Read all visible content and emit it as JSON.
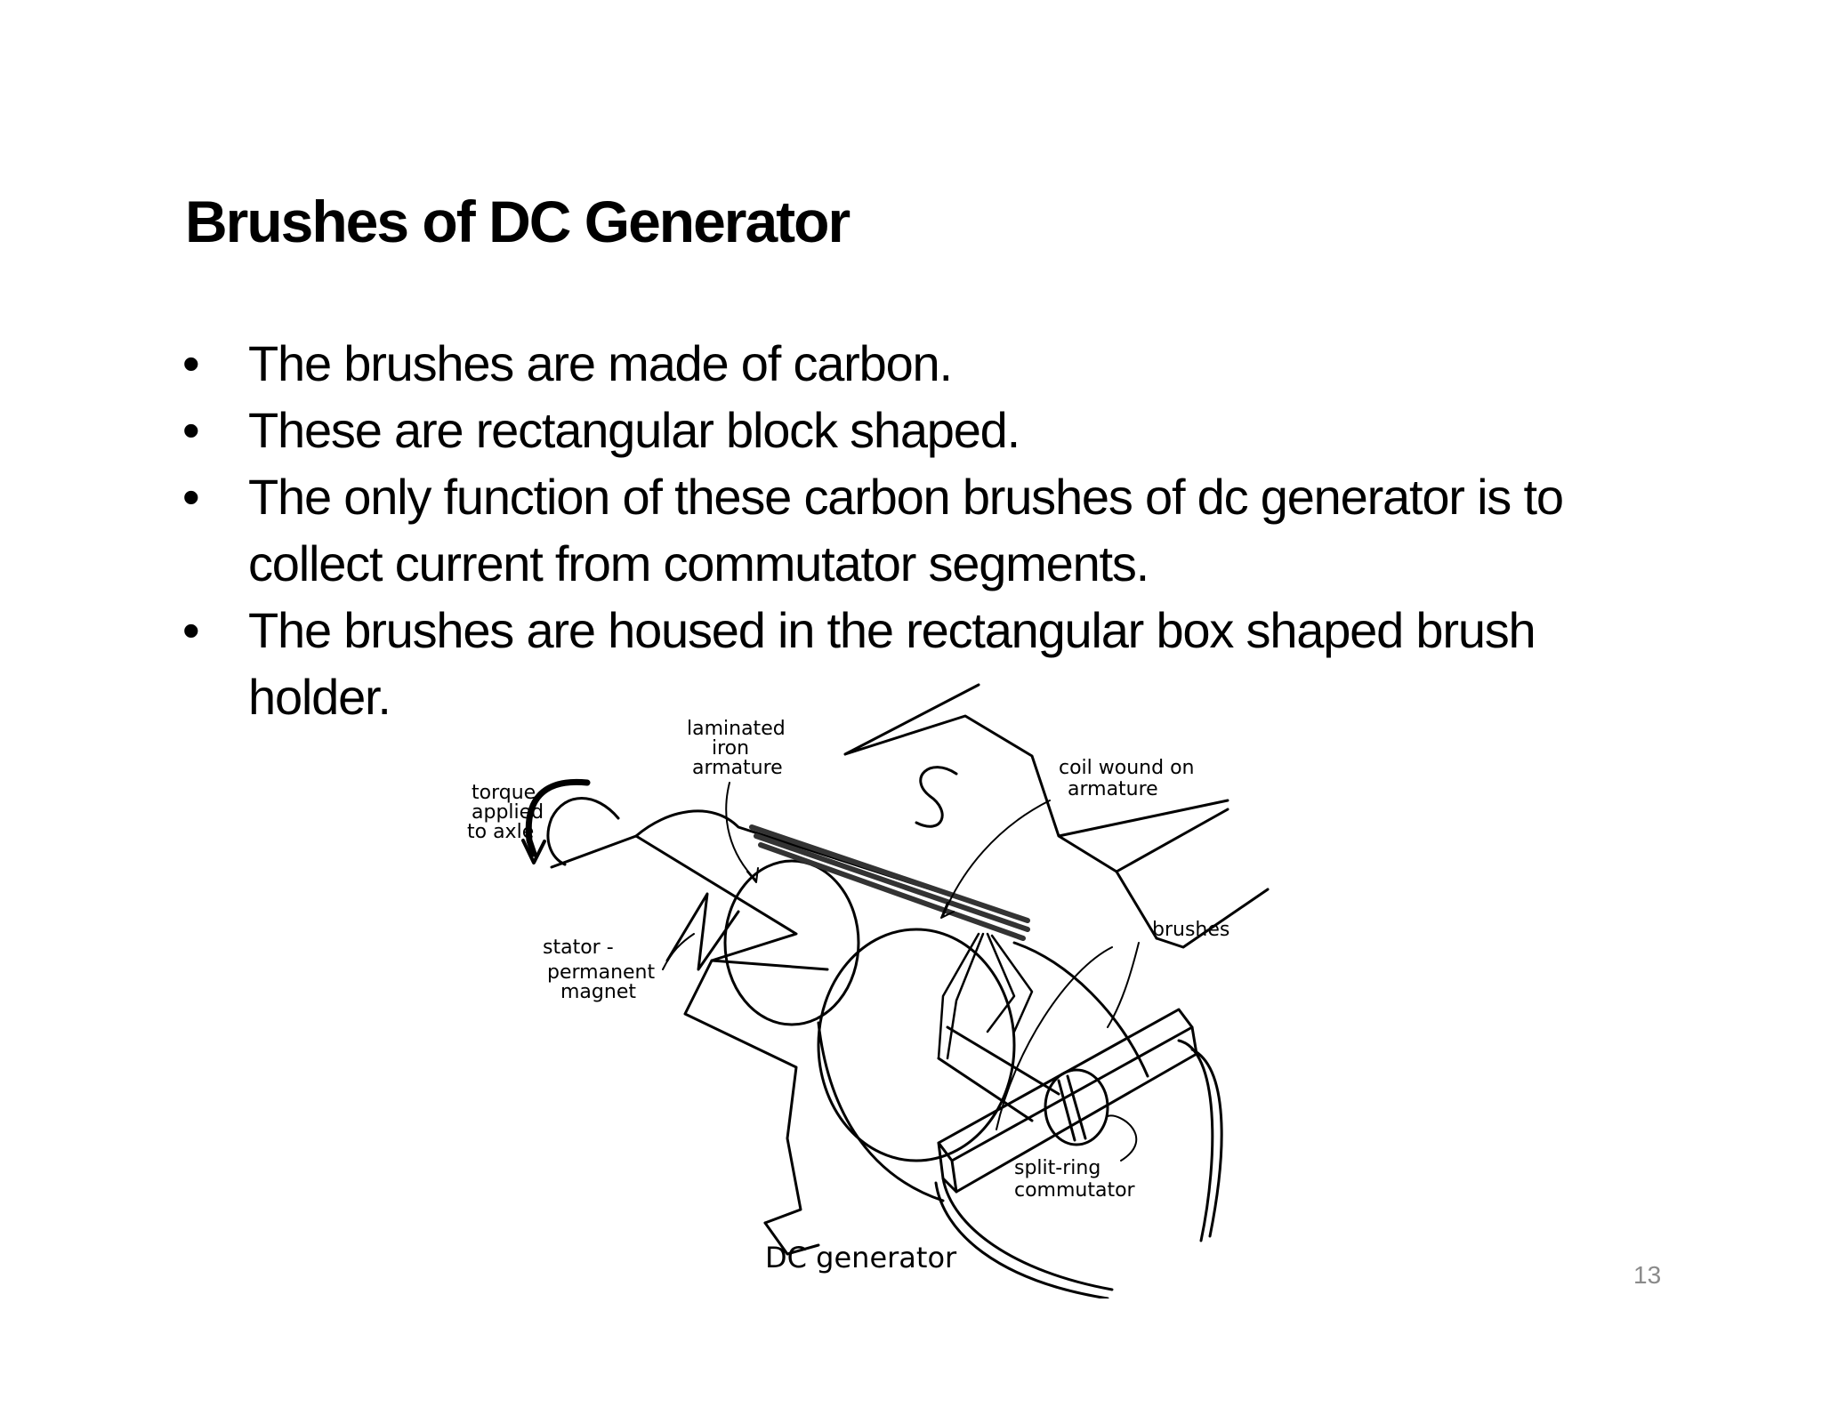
{
  "slide": {
    "title": "Brushes of DC Generator",
    "bullets": [
      "The brushes are made of carbon.",
      "These are rectangular block shaped.",
      "The only function of these carbon brushes of dc generator is to collect current from commutator segments.",
      "The brushes are housed in the rectangular box shaped brush holder."
    ],
    "bullet_symbol": "•",
    "page_number": "13"
  },
  "diagram": {
    "labels": {
      "torque": [
        "torque",
        "applied",
        "to axle"
      ],
      "armature": [
        "laminated",
        "iron",
        "armature"
      ],
      "coil": [
        "coil wound on",
        "armature"
      ],
      "stator": [
        "stator -",
        "permanent",
        "magnet"
      ],
      "brushes": "brushes",
      "commutator": [
        "split-ring",
        "commutator"
      ],
      "pole_n": "N",
      "pole_s": "S",
      "caption": "DC generator"
    }
  }
}
